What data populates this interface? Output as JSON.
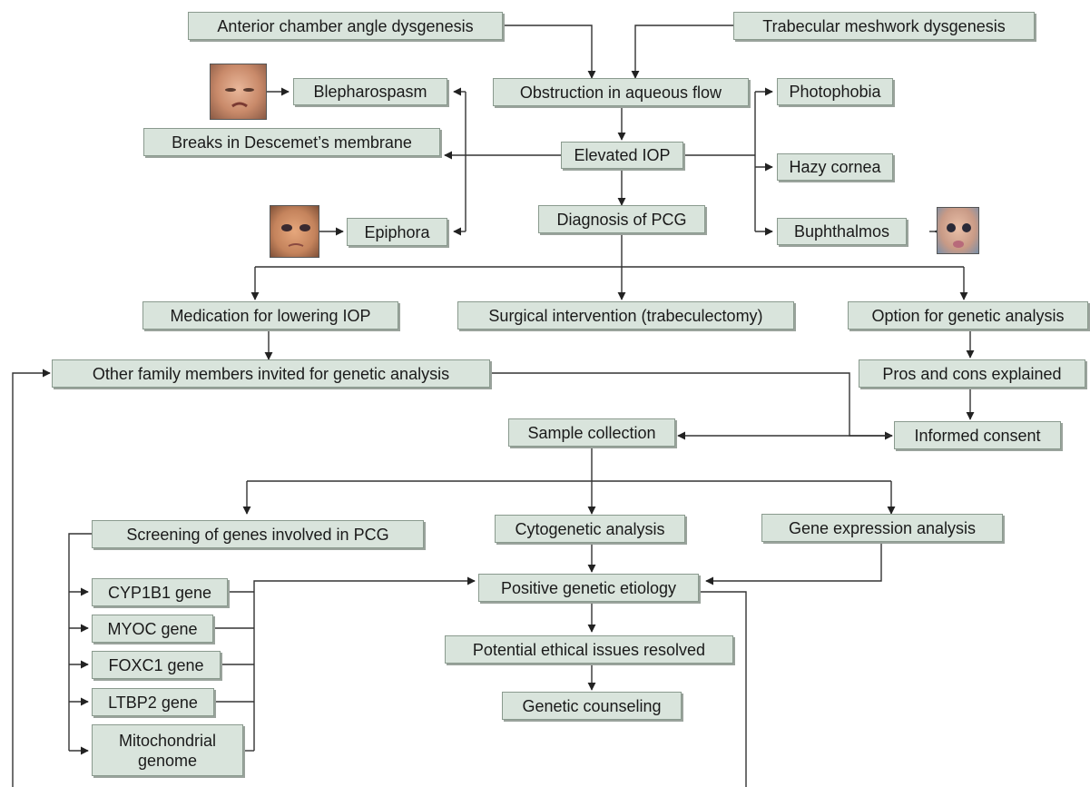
{
  "nodes": {
    "anterior": "Anterior chamber angle dysgenesis",
    "trabecular": "Trabecular meshwork dysgenesis",
    "obstruction": "Obstruction in aqueous flow",
    "blepharospasm": "Blepharospasm",
    "photophobia": "Photophobia",
    "breaks": "Breaks in Descemet’s membrane",
    "elevated_iop": "Elevated IOP",
    "hazy_cornea": "Hazy cornea",
    "epiphora": "Epiphora",
    "diagnosis": "Diagnosis of PCG",
    "buphthalmos": "Buphthalmos",
    "medication": "Medication for lowering IOP",
    "surgical": "Surgical intervention (trabeculectomy)",
    "option_genetic": "Option for genetic analysis",
    "family": "Other family members invited for genetic analysis",
    "pros_cons": "Pros and cons explained",
    "sample": "Sample collection",
    "consent": "Informed consent",
    "screening": "Screening of genes involved in PCG",
    "cytogenetic": "Cytogenetic analysis",
    "expression": "Gene expression analysis",
    "cyp1b1": "CYP1B1 gene",
    "positive": "Positive genetic etiology",
    "myoc": "MYOC gene",
    "ethical": "Potential ethical issues resolved",
    "foxc1": "FOXC1 gene",
    "ltbp2": "LTBP2 gene",
    "counseling": "Genetic counseling",
    "mito_line1": "Mitochondrial",
    "mito_line2": "genome"
  },
  "colors": {
    "box_fill": "#d9e4dc",
    "box_border": "#8a9a8e",
    "line": "#333333"
  }
}
